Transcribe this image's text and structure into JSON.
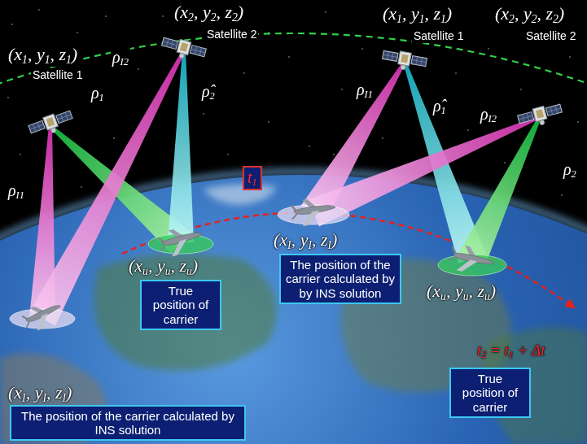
{
  "diagram": {
    "nodes": [
      {
        "text": [
          "t1"
        ]
      },
      {
        "text": [
          "True position of carrier"
        ]
      },
      {
        "text": [
          "The position of the carrier calculated by by INS solution"
        ]
      },
      {
        "text": [
          "True position of carrier"
        ]
      },
      {
        "text": [
          "The position of the carrier calculated by INS solution"
        ]
      }
    ],
    "labels": [
      "(x2, y2, z2)",
      "(x1, y1, z1)",
      "Satellite 2",
      "Satellite 1",
      "ρI2",
      "ρ1",
      "ρ̂2",
      "ρI1",
      "(x1, y1, z1)",
      "Satellite 1",
      "(x2, y2, z2)",
      "Satellite 2",
      "ρI1",
      "ρ̂1",
      "ρI2",
      "ρ2",
      "(xu, yu, zu)",
      "(xI, yI, zI)",
      "(xu, yu, zu)",
      "t2 = t1 + Δt",
      "(xI, yI, zI)"
    ]
  }
}
